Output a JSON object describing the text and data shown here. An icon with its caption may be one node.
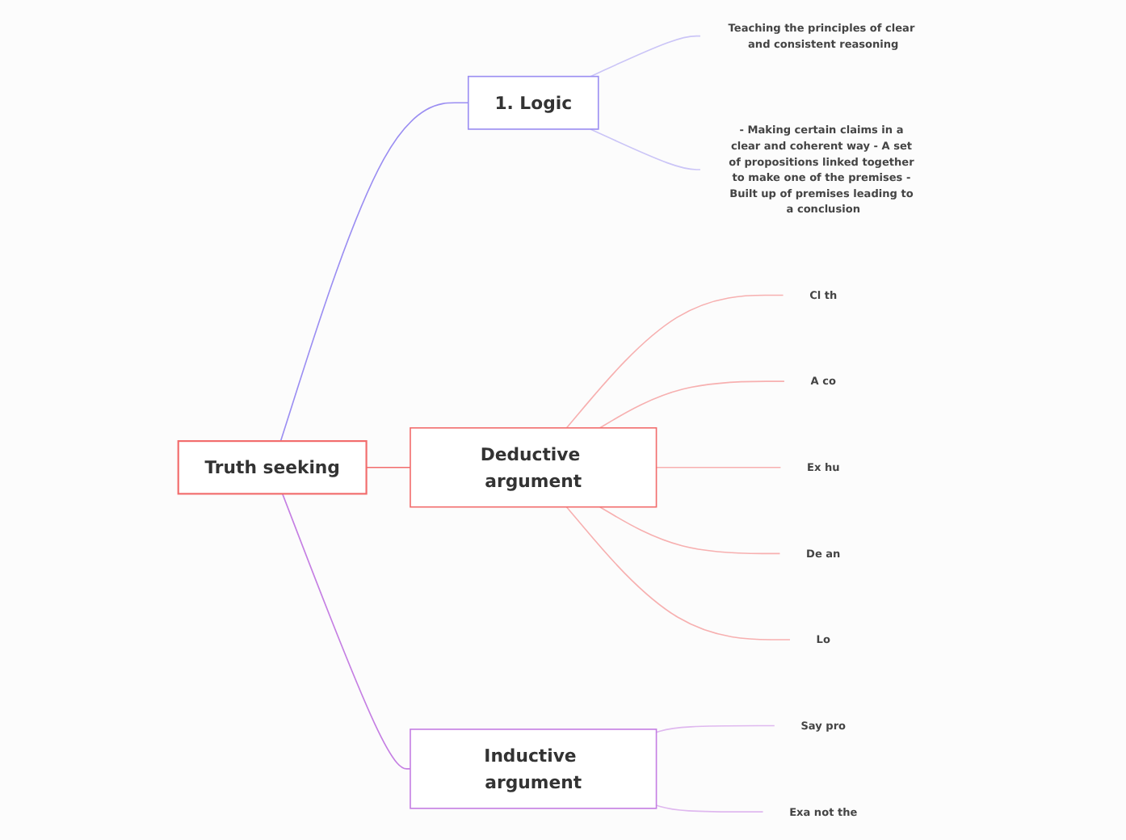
{
  "diagram": {
    "nodes": [
      {
        "text": [
          "Truth seeking"
        ]
      },
      {
        "text": [
          "1. Logic"
        ]
      },
      {
        "text": [
          "Teaching the principles of clear and consistent reasoning"
        ]
      },
      {
        "text": [
          "- Making certain claims in a clear and coherent way - A set of propositions linked together to make one of the premises - Built up of premises leading to a conclusion"
        ]
      },
      {
        "text": [
          "Deductive argument"
        ]
      },
      {
        "text": [
          "Cl th"
        ]
      },
      {
        "text": [
          "A co"
        ]
      },
      {
        "text": [
          "Ex hu"
        ]
      },
      {
        "text": [
          "De an"
        ]
      },
      {
        "text": [
          "Lo"
        ]
      },
      {
        "text": [
          "Inductive argument"
        ]
      },
      {
        "text": [
          "Say pro"
        ]
      },
      {
        "text": [
          "Exa not the"
        ]
      }
    ],
    "edges": [
      {
        "from": 0,
        "to": 1,
        "arrow": "none",
        "color": "#9b8ef2"
      },
      {
        "from": 1,
        "to": 2,
        "arrow": "none",
        "color": "#cbc5f7"
      },
      {
        "from": 1,
        "to": 3,
        "arrow": "none",
        "color": "#cbc5f7"
      },
      {
        "from": 0,
        "to": 4,
        "arrow": "none",
        "color": "#f26d6d"
      },
      {
        "from": 4,
        "to": 5,
        "arrow": "none",
        "color": "#f7b0b0"
      },
      {
        "from": 4,
        "to": 6,
        "arrow": "none",
        "color": "#f7b0b0"
      },
      {
        "from": 4,
        "to": 7,
        "arrow": "none",
        "color": "#f7b0b0"
      },
      {
        "from": 4,
        "to": 8,
        "arrow": "none",
        "color": "#f7b0b0"
      },
      {
        "from": 4,
        "to": 9,
        "arrow": "none",
        "color": "#f7b0b0"
      },
      {
        "from": 0,
        "to": 10,
        "arrow": "none",
        "color": "#c57fe3"
      },
      {
        "from": 10,
        "to": 11,
        "arrow": "none",
        "color": "#dfb8ef"
      },
      {
        "from": 10,
        "to": 12,
        "arrow": "none",
        "color": "#dfb8ef"
      }
    ]
  }
}
